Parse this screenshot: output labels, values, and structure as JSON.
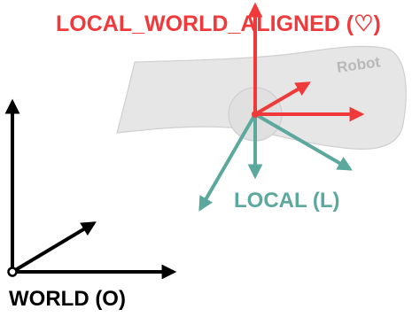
{
  "labels": {
    "local_world_aligned": "LOCAL_WORLD_ALIGNED",
    "local_world_aligned_symbol": "(♡)",
    "robot": "Robot",
    "local": "LOCAL (L)",
    "world": "WORLD (O)"
  },
  "colors": {
    "local_world_aligned": "#f0393a",
    "local": "#5ba89d",
    "world": "#000000",
    "robot_fill": "#e6e6e6",
    "robot_stroke": "#cfcfcf",
    "robot_text": "#b8b8b8"
  }
}
